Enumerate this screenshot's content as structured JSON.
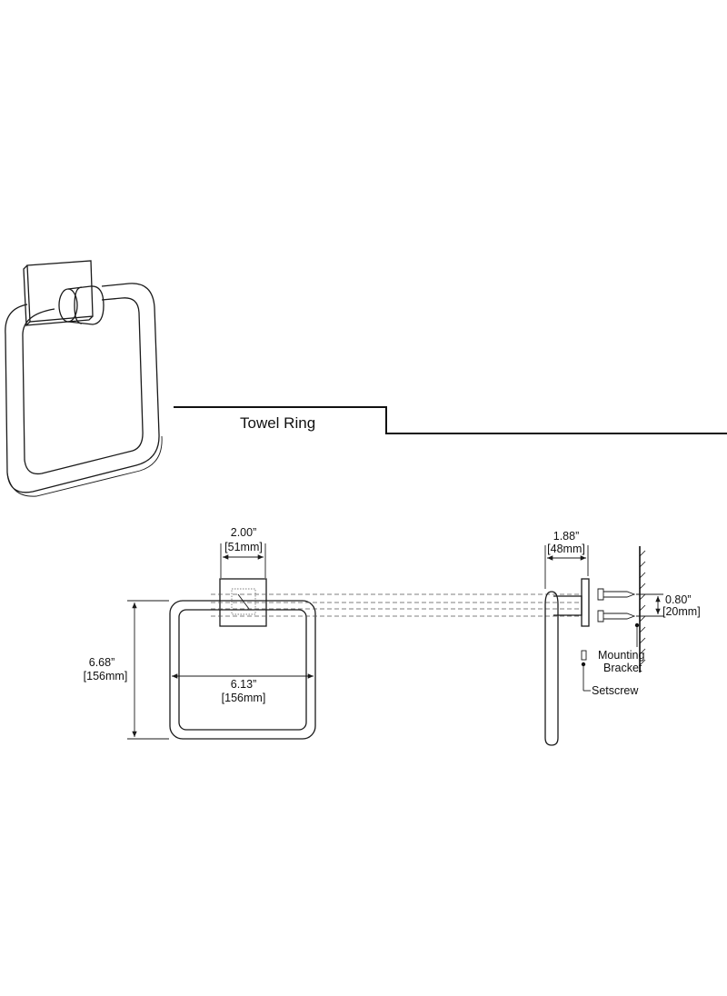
{
  "title": "Towel Ring",
  "dimensions": {
    "bracket_width_in": "2.00”",
    "bracket_width_mm": "[51mm]",
    "height_in": "6.68”",
    "height_mm": "[156mm]",
    "ring_width_in": "6.13”",
    "ring_width_mm": "[156mm]",
    "projection_in": "1.88”",
    "projection_mm": "[48mm]",
    "screw_spacing_in": "0.80”",
    "screw_spacing_mm": "[20mm]"
  },
  "callouts": {
    "mounting_line1": "Mounting",
    "mounting_line2": "Bracket",
    "setscrew": "Setscrew"
  }
}
